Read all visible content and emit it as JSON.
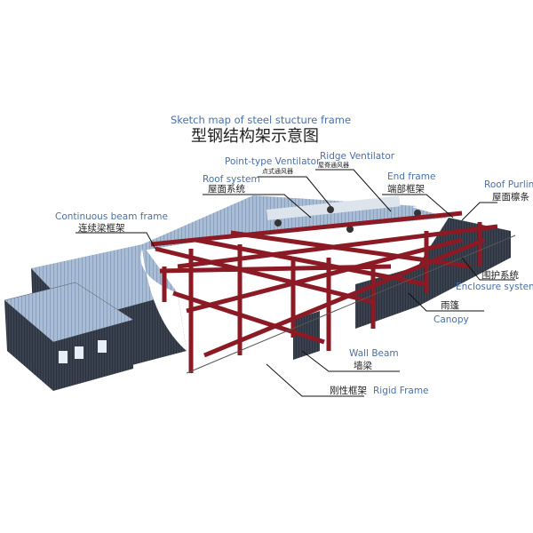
{
  "title": {
    "en": "Sketch map of steel stucture frame",
    "cn": "型钢结构架示意图"
  },
  "labels": {
    "point_ventilator": {
      "en": "Point-type Ventilator",
      "cn": "点式通风器"
    },
    "ridge_ventilator": {
      "en": "Ridge Ventilator",
      "cn": "屋脊通风器"
    },
    "roof_system": {
      "en": "Roof system",
      "cn": "屋面系统"
    },
    "end_frame": {
      "en": "End frame",
      "cn": "端部框架"
    },
    "roof_purlin": {
      "en": "Roof Purlin",
      "cn": "屋面檩条"
    },
    "continuous_beam": {
      "en": "Continuous beam frame",
      "cn": "连续梁框架"
    },
    "enclosure": {
      "en": "Enclosure system",
      "cn": "围护系统"
    },
    "canopy": {
      "en": "Canopy",
      "cn": "雨篷"
    },
    "wall_beam": {
      "en": "Wall Beam",
      "cn": "墙梁"
    },
    "rigid_frame": {
      "en": "Rigid Frame",
      "cn": "刚性框架"
    }
  },
  "colors": {
    "label_en": "#4a6fa8",
    "steel": "#8b1a24",
    "roof": "#9fb3cc",
    "wall": "#2f3744"
  }
}
